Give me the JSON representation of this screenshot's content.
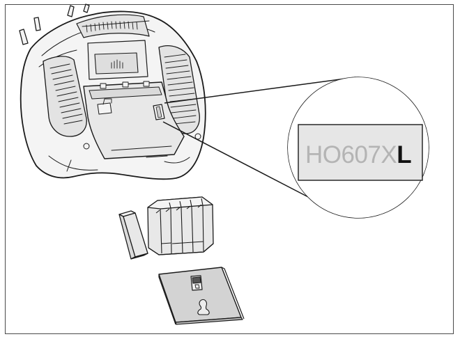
{
  "label": {
    "prefix": "HO607X",
    "suffix": "L"
  },
  "colors": {
    "line": "#1a1a1a",
    "fill_light": "#f4f4f4",
    "fill_mid": "#e3e3e3",
    "fill_dark": "#cfcfcf",
    "label_background": "#e6e6e6",
    "label_text": "#b4b4b4",
    "label_highlight": "#111111"
  },
  "parts": [
    "radio-transmitter",
    "battery-compartment",
    "battery-pack",
    "foam-spacer",
    "battery-cover",
    "label-magnifier"
  ]
}
